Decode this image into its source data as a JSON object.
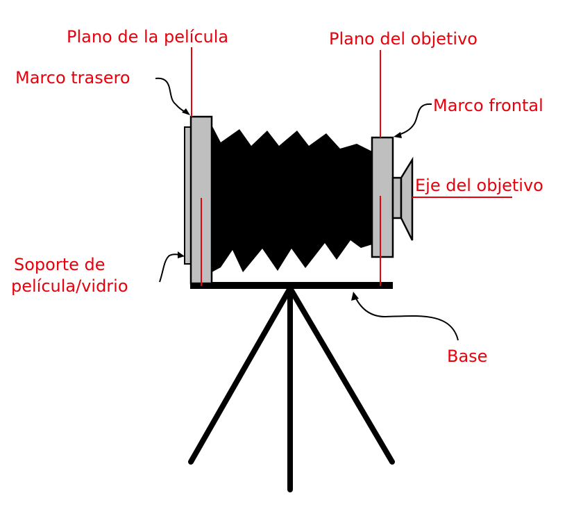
{
  "colors": {
    "label": "#e8000b",
    "frame_fill": "#bfbfbf",
    "stroke": "#000000",
    "bellows": "#000000",
    "background": "#ffffff"
  },
  "labels": {
    "film_plane": "Plano de la película",
    "lens_plane": "Plano del objetivo",
    "rear_frame": "Marco trasero",
    "front_frame": "Marco frontal",
    "lens_axis": "Eje del objetivo",
    "film_holder_line1": "Soporte de",
    "film_holder_line2": "película/vidrio",
    "base": "Base"
  }
}
